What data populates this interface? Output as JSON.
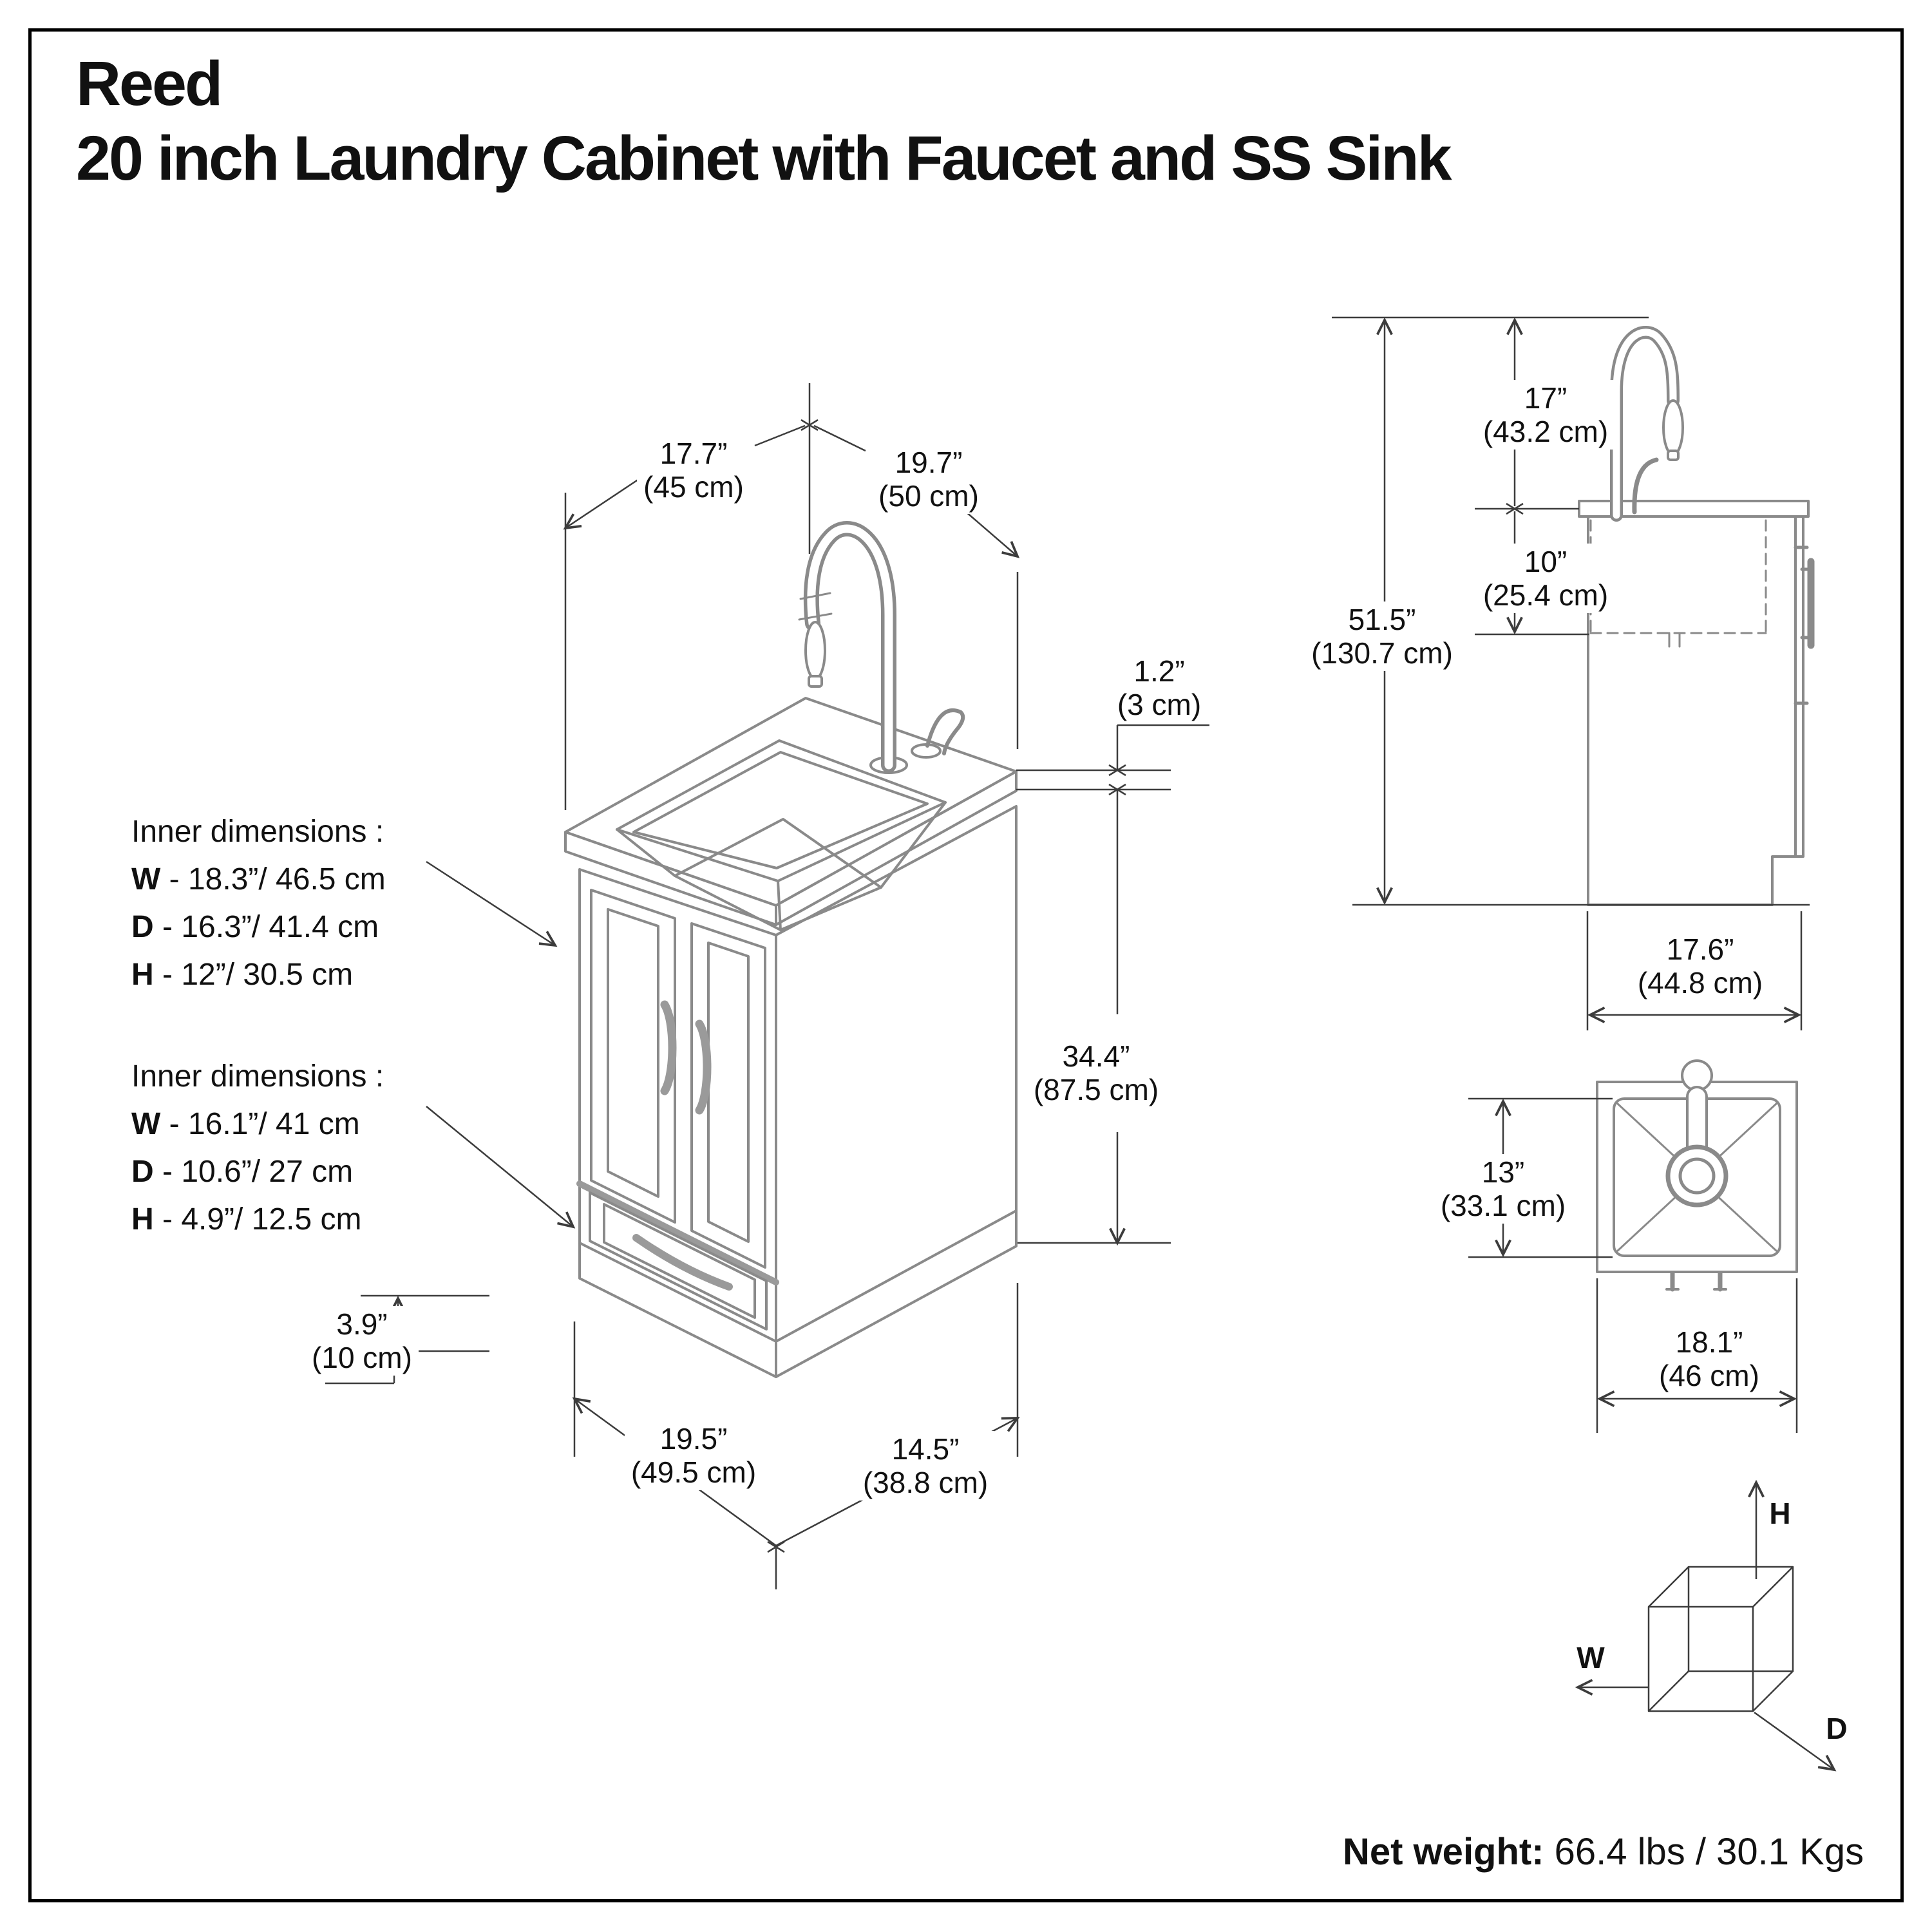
{
  "header": {
    "brand": "Reed",
    "title": "20 inch Laundry Cabinet with Faucet and SS Sink"
  },
  "iso": {
    "depth": {
      "in": "17.7”",
      "cm": "(45 cm)"
    },
    "width": {
      "in": "19.7”",
      "cm": "(50 cm)"
    },
    "counter": {
      "in": "1.2”",
      "cm": "(3 cm)"
    },
    "height": {
      "in": "34.4”",
      "cm": "(87.5 cm)"
    },
    "toekick": {
      "in": "3.9”",
      "cm": "(10 cm)"
    },
    "base_width": {
      "in": "19.5”",
      "cm": "(49.5 cm)"
    },
    "base_depth": {
      "in": "14.5”",
      "cm": "(38.8 cm)"
    }
  },
  "inner_sink": {
    "heading": "Inner dimensions :",
    "rows": [
      {
        "k": "W",
        "v": " - 18.3”/ 46.5 cm"
      },
      {
        "k": "D",
        "v": " - 16.3”/ 41.4 cm"
      },
      {
        "k": "H",
        "v": " - 12”/ 30.5 cm"
      }
    ]
  },
  "inner_drawer": {
    "heading": "Inner dimensions :",
    "rows": [
      {
        "k": "W",
        "v": " - 16.1”/ 41 cm"
      },
      {
        "k": "D",
        "v": " - 10.6”/ 27 cm"
      },
      {
        "k": "H",
        "v": " - 4.9”/ 12.5 cm"
      }
    ]
  },
  "side": {
    "faucet_height": {
      "in": "17”",
      "cm": "(43.2 cm)"
    },
    "sink_depth": {
      "in": "10”",
      "cm": "(25.4 cm)"
    },
    "total_height": {
      "in": "51.5”",
      "cm": "(130.7 cm)"
    },
    "depth": {
      "in": "17.6”",
      "cm": "(44.8 cm)"
    }
  },
  "top": {
    "basin_depth": {
      "in": "13”",
      "cm": "(33.1 cm)"
    },
    "width": {
      "in": "18.1”",
      "cm": "(46 cm)"
    }
  },
  "cube": {
    "w": "W",
    "h": "H",
    "d": "D"
  },
  "footer": {
    "net_weight_label": "Net weight:",
    "net_weight_value": " 66.4 lbs / 30.1 Kgs"
  },
  "colors": {
    "ink": "#111111",
    "drawing": "#8a8a8a",
    "dim_line": "#3c3c3c"
  }
}
